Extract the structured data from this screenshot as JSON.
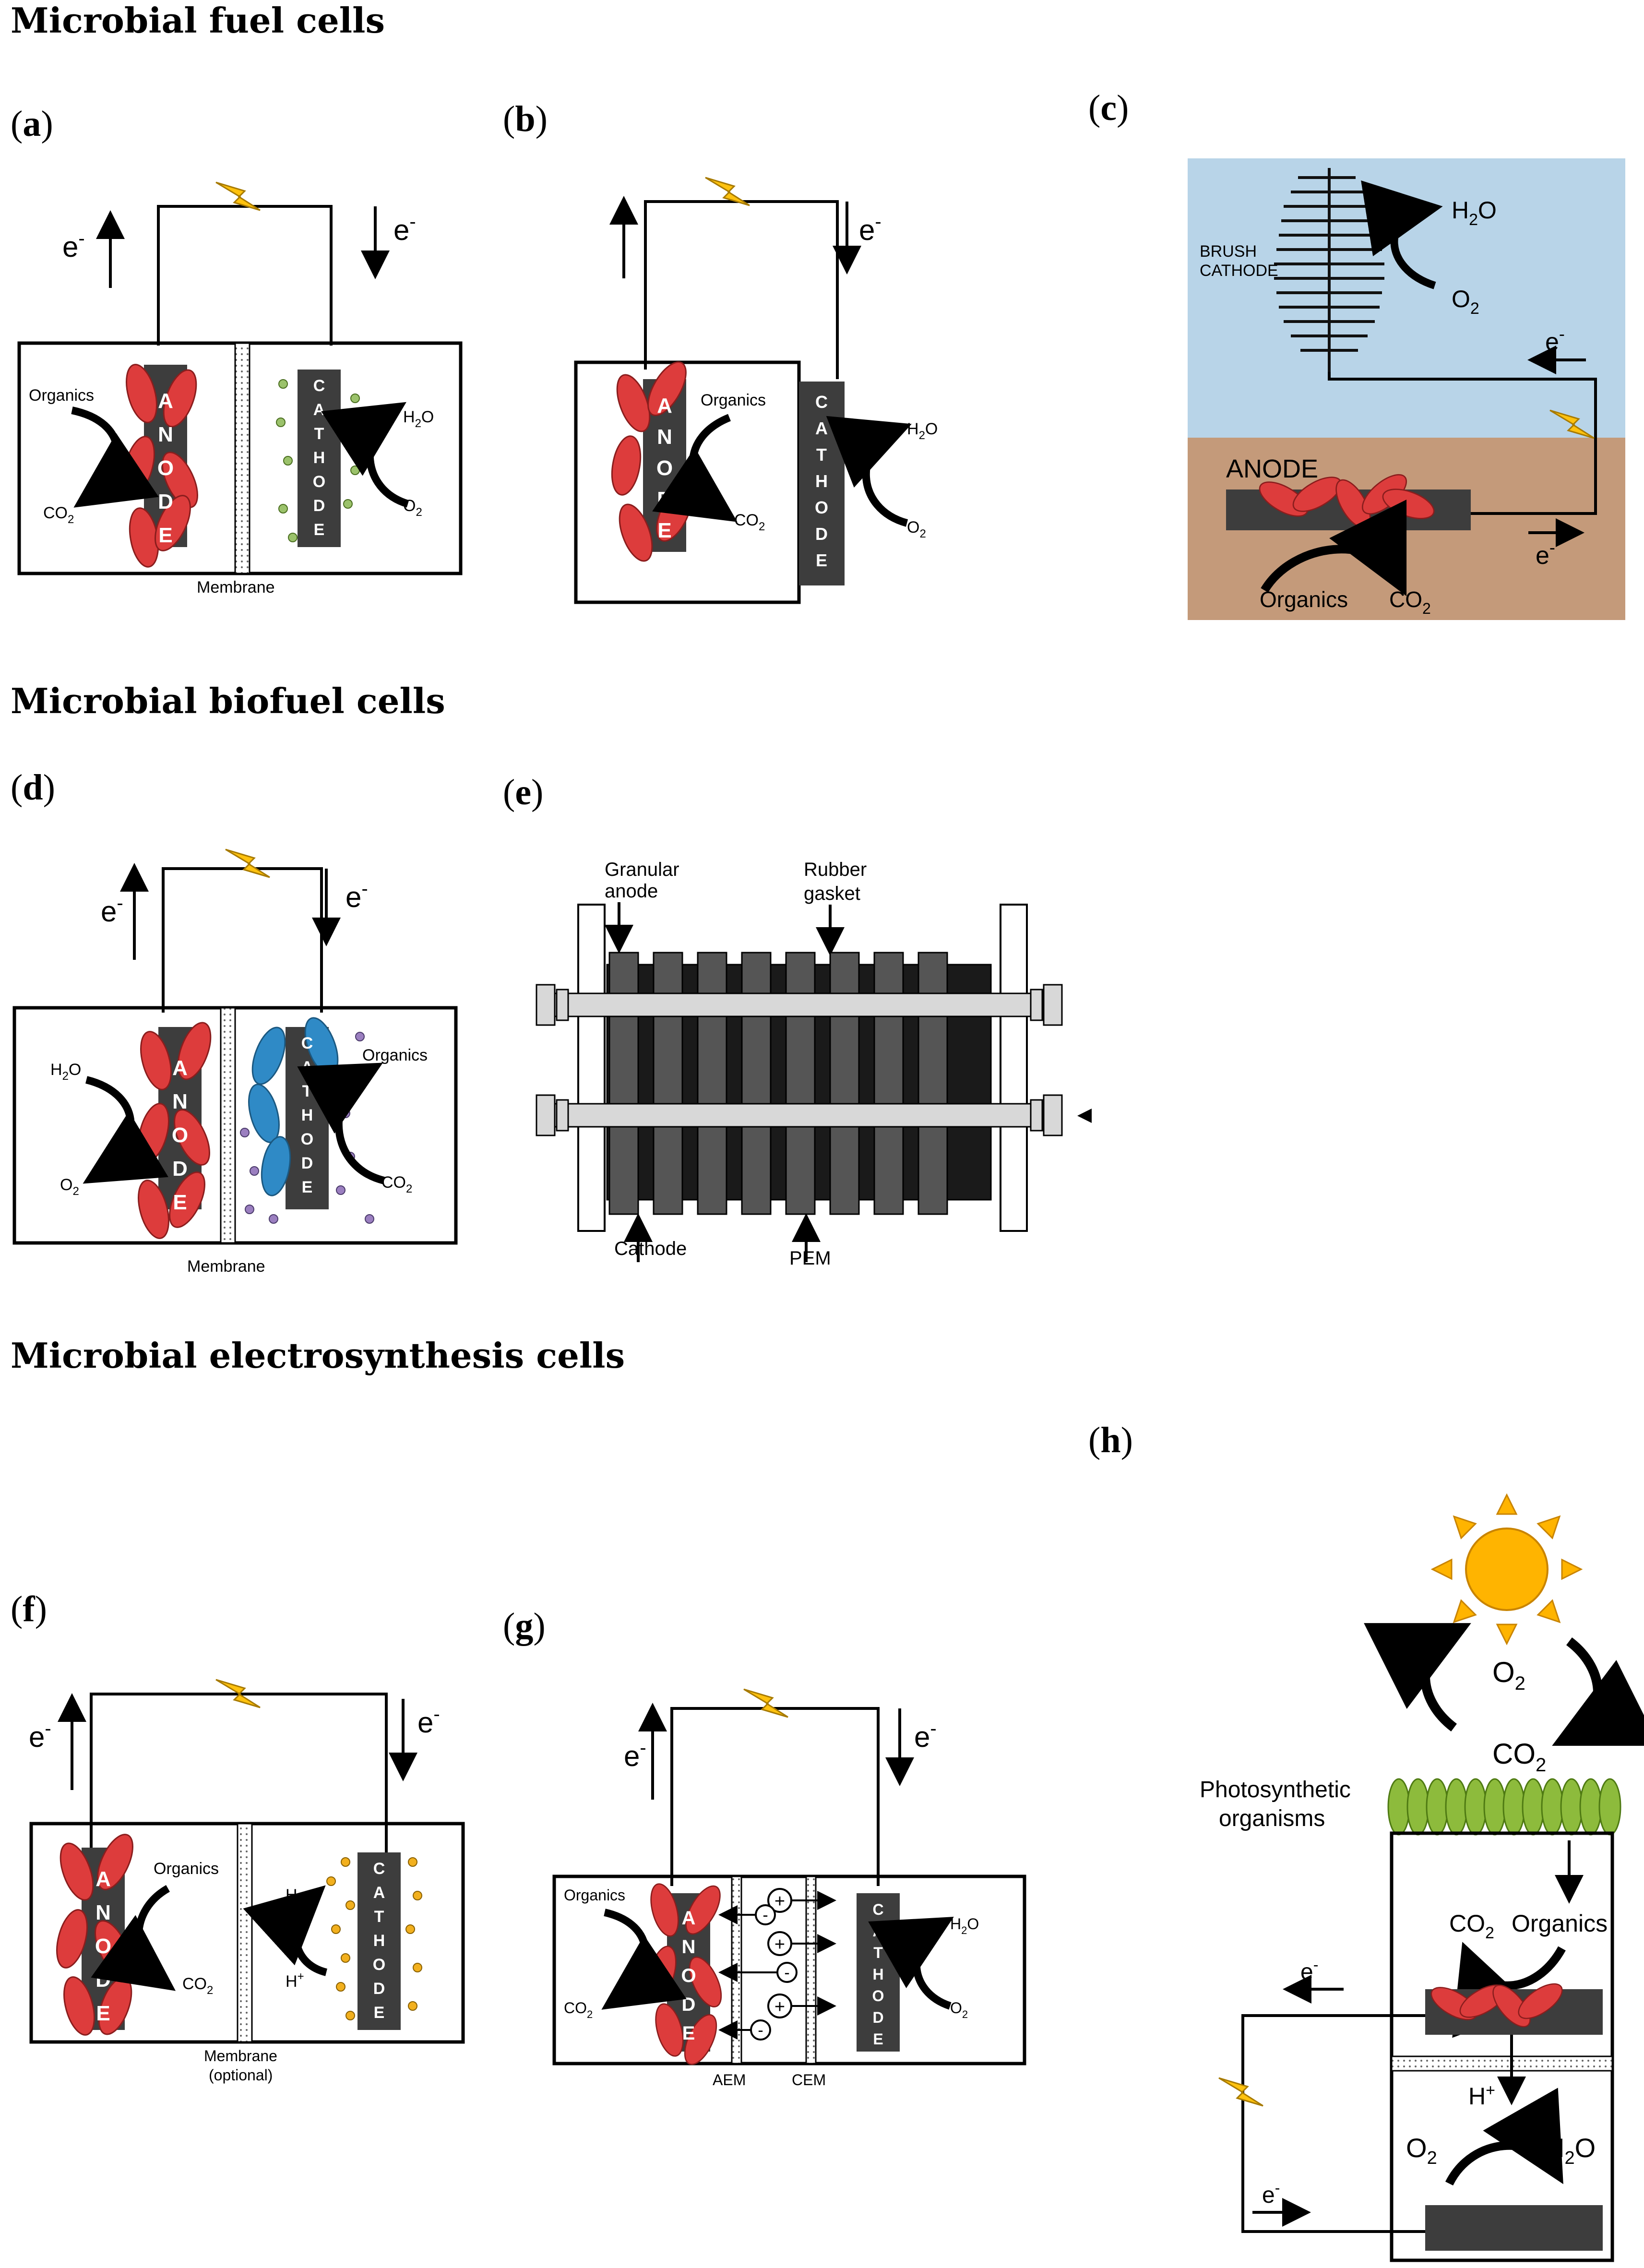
{
  "sections": {
    "fuel": "Microbial fuel cells",
    "biofuel": "Microbial biofuel cells",
    "electro": "Microbial electrosynthesis cells"
  },
  "panels": {
    "a": {
      "letter": "a",
      "electron": "e",
      "minus": "-",
      "organics": "Organics",
      "co2_main": "CO",
      "co2_sub": "2",
      "h2o_h": "H",
      "h2o_sub": "2",
      "h2o_o": "O",
      "o2_main": "O",
      "o2_sub": "2",
      "membrane": "Membrane",
      "anode_letters": [
        "A",
        "N",
        "O",
        "D",
        "E"
      ],
      "cathode_letters": [
        "C",
        "A",
        "T",
        "H",
        "O",
        "D",
        "E"
      ]
    },
    "b": {
      "letter": "b",
      "electron": "e",
      "minus": "-",
      "organics": "Organics",
      "co2_main": "CO",
      "co2_sub": "2",
      "h2o_h": "H",
      "h2o_sub": "2",
      "h2o_o": "O",
      "o2_main": "O",
      "o2_sub": "2",
      "anode_letters": [
        "A",
        "N",
        "O",
        "D",
        "E"
      ],
      "cathode_letters": [
        "C",
        "A",
        "T",
        "H",
        "O",
        "D",
        "E"
      ]
    },
    "c": {
      "letter": "c",
      "brush_1": "BRUSH",
      "brush_2": "CATHODE",
      "anode": "ANODE",
      "organics": "Organics",
      "co2_main": "CO",
      "co2_sub": "2",
      "h2o_h": "H",
      "h2o_sub": "2",
      "h2o_o": "O",
      "o2_main": "O",
      "o2_sub": "2",
      "electron": "e",
      "minus": "-",
      "water_color": "#b8d4e8",
      "soil_color": "#c49a7a"
    },
    "d": {
      "letter": "d",
      "electron": "e",
      "minus": "-",
      "organics": "Organics",
      "co2_main": "CO",
      "co2_sub": "2",
      "h2o_h": "H",
      "h2o_sub": "2",
      "h2o_o": "O",
      "o2_main": "O",
      "o2_sub": "2",
      "membrane": "Membrane",
      "anode_letters": [
        "A",
        "N",
        "O",
        "D",
        "E"
      ],
      "cathode_letters": [
        "C",
        "A",
        "T",
        "H",
        "O",
        "D",
        "E"
      ]
    },
    "e": {
      "letter": "e",
      "granular_1": "Granular",
      "granular_2": "anode",
      "rubber_1": "Rubber",
      "rubber_2": "gasket",
      "cathode": "Cathode",
      "pem": "PEM"
    },
    "f": {
      "letter": "f",
      "electron": "e",
      "minus": "-",
      "organics": "Organics",
      "co2_main": "CO",
      "co2_sub": "2",
      "h2_main": "H",
      "h2_sub": "2",
      "hplus_main": "H",
      "hplus_sup": "+",
      "membrane": "Membrane",
      "optional": "(optional)",
      "anode_letters": [
        "A",
        "N",
        "O",
        "D",
        "E"
      ],
      "cathode_letters": [
        "C",
        "A",
        "T",
        "H",
        "O",
        "D",
        "E"
      ]
    },
    "g": {
      "letter": "g",
      "electron": "e",
      "minus": "-",
      "organics": "Organics",
      "co2_main": "CO",
      "co2_sub": "2",
      "h2o_h": "H",
      "h2o_sub": "2",
      "h2o_o": "O",
      "o2_main": "O",
      "o2_sub": "2",
      "aem": "AEM",
      "cem": "CEM",
      "plus_sign": "+",
      "minus_sign": "-",
      "anode_letters": [
        "A",
        "N",
        "O",
        "D",
        "E"
      ],
      "cathode_letters": [
        "C",
        "A",
        "T",
        "H",
        "O",
        "D",
        "E"
      ]
    },
    "h": {
      "letter": "h",
      "o2_main": "O",
      "o2_sub": "2",
      "co2_main": "CO",
      "co2_sub": "2",
      "photo_1": "Photosynthetic",
      "photo_2": "organisms",
      "organics": "Organics",
      "hplus_main": "H",
      "hplus_sup": "+",
      "h2o_h": "H",
      "h2o_sub": "2",
      "h2o_o": "O",
      "electron": "e",
      "minus": "-",
      "sun_color": "#ffb400"
    }
  },
  "colors": {
    "electrode": "#3d3d3d",
    "bacteria": "#dd3c3c",
    "bacteria_stroke": "#8a1d1d",
    "blue_cells": "#2f8ac6",
    "lightning": "#ffc20e",
    "green_dots": "#9bc26b",
    "purple_dots": "#9b7fc0",
    "orange_dots": "#f2b01e",
    "green_organisms": "#8dbb3c"
  }
}
